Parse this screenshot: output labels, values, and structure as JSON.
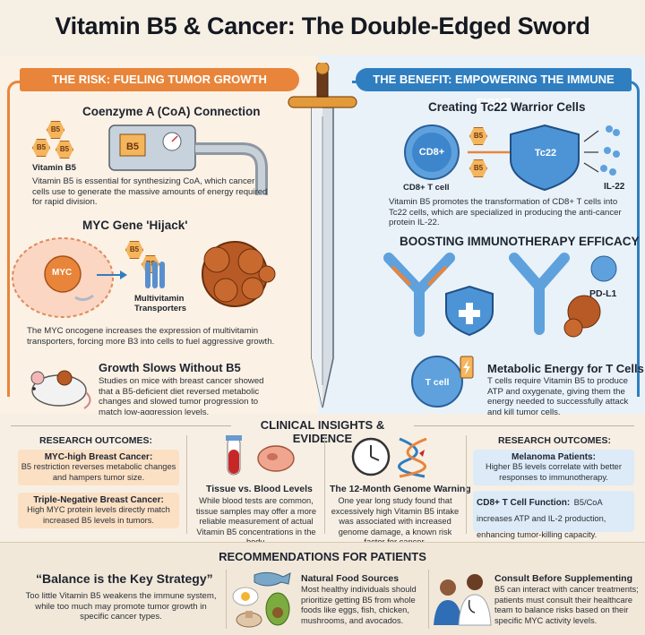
{
  "title": "Vitamin B5 & Cancer: The Double-Edged Sword",
  "risk": {
    "banner": "THE RISK: FUELING TUMOR GROWTH",
    "coa": {
      "heading": "Coenzyme A (CoA) Connection",
      "hex_label": "B5",
      "vitamin_label": "Vitamin B5",
      "text": "Vitamin B5 is essential for synthesizing CoA, which cancer cells use to generate the massive amounts of energy required for rapid division."
    },
    "myc": {
      "heading": "MYC Gene 'Hijack'",
      "gene_label": "MYC",
      "hex_label": "B5",
      "transporter_label": "Multivitamin Transporters",
      "text": "The MYC oncogene increases the expression of multivitamin transporters, forcing more B3 into cells to fuel aggressive growth."
    },
    "mice": {
      "heading": "Growth Slows Without B5",
      "text": "Studies on mice with breast cancer showed that a B5-deficient diet reversed metabolic changes and slowed tumor progression to match low-aggression levels."
    }
  },
  "benefit": {
    "banner": "THE BENEFIT: EMPOWERING THE IMMUNE FIGHT",
    "tc22": {
      "heading": "Creating Tc22 Warrior Cells",
      "cd8_label": "CD8+",
      "cd8_caption": "CD8+ T cell",
      "hex_label": "B5",
      "tc22_label": "Tc22",
      "il22_label": "IL-22",
      "text": "Vitamin B5 promotes the transformation of CD8+ T cells into Tc22 cells, which are specialized in producing the anti-cancer protein IL-22."
    },
    "immuno": {
      "heading": "BOOSTING IMMUNOTHERAPY EFFICACY",
      "pdl1_label": "PD-L1"
    },
    "energy": {
      "heading": "Metabolic Energy for T Cells",
      "tcell_label": "T cell",
      "text": "T cells require Vitamin B5 to produce ATP and oxygenate, giving them the energy needed to successfully attack and kill tumor cells."
    }
  },
  "clinical": {
    "heading": "CLINICAL INSIGHTS & EVIDENCE",
    "left": {
      "heading": "RESEARCH OUTCOMES:",
      "items": [
        {
          "title": "MYC-high Breast Cancer:",
          "text": "B5 restriction reverses metabolic changes and hampers tumor size."
        },
        {
          "title": "Triple-Negative Breast Cancer:",
          "text": "High MYC protein levels directly match increased B5 levels in tumors."
        }
      ]
    },
    "tissue": {
      "heading": "Tissue vs. Blood Levels",
      "text": "While blood tests are common, tissue samples may offer a more reliable measurement of actual Vitamin B5 concentrations in the body."
    },
    "genome": {
      "heading": "The 12-Month Genome Warning",
      "text": "One year long study found that excessively high Vitamin B5 intake was associated with increased genome damage, a known risk factor for cancer."
    },
    "right": {
      "heading": "RESEARCH OUTCOMES:",
      "items": [
        {
          "title": "Melanoma Patients:",
          "text": "Higher B5 levels correlate with better responses to immunotherapy."
        },
        {
          "title": "CD8+ T Cell Function:",
          "text": "B5/CoA increases ATP and IL-2 production, enhancing tumor-killing capacity."
        }
      ]
    }
  },
  "recommendations": {
    "heading": "RECOMMENDATIONS FOR PATIENTS",
    "balance": {
      "heading": "“Balance is the Key Strategy”",
      "text": "Too little Vitamin B5 weakens the immune system, while too much may promote tumor growth in specific cancer types."
    },
    "food": {
      "heading": "Natural Food Sources",
      "text": "Most healthy individuals should prioritize getting B5 from whole foods like eggs, fish, chicken, mushrooms, and avocados."
    },
    "consult": {
      "heading": "Consult Before Supplementing",
      "text": "B5 can interact with cancer treatments; patients must consult their healthcare team to balance risks based on their specific MYC activity levels."
    }
  },
  "colors": {
    "risk": "#e8853a",
    "benefit": "#2f7ec0",
    "hex": "#f4b55d",
    "tumor": "#b85a25"
  }
}
